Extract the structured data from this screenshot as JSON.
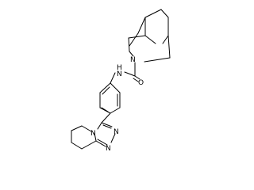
{
  "molecule": {
    "atom_labels": {
      "amine_n_bridge": "N",
      "amide_nh": "H",
      "amide_nh_n": "N",
      "carbonyl_o": "O",
      "triazole_n4": "N",
      "triazole_n1": "N",
      "triazole_n2": "N"
    },
    "colors": {
      "bond": "#000000",
      "label": "#000000",
      "background": "#ffffff"
    }
  }
}
